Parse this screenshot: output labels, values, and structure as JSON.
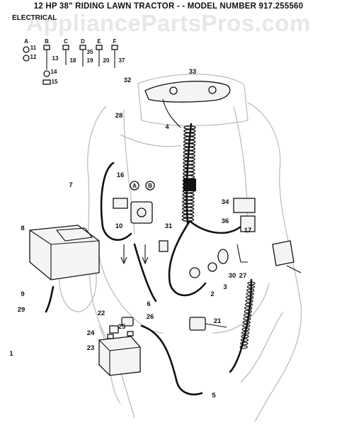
{
  "title": "12 HP 38\" RIDING LAWN TRACTOR - - MODEL NUMBER 917.255560",
  "section": "ELECTRICAL",
  "watermark": "AppliancePartsPros.com",
  "hardware_letters": [
    "A",
    "B",
    "C",
    "D",
    "E",
    "F"
  ],
  "hardware_numbers": [
    "11",
    "12",
    "13",
    "14",
    "15",
    "18",
    "19",
    "20",
    "35",
    "37"
  ],
  "callouts": [
    "1",
    "2",
    "3",
    "4",
    "5",
    "6",
    "7",
    "8",
    "9",
    "10",
    "16",
    "17",
    "21",
    "22",
    "23",
    "24",
    "25",
    "26",
    "27",
    "28",
    "29",
    "30",
    "31",
    "32",
    "33",
    "34",
    "36"
  ],
  "connector_letters": [
    "A",
    "B"
  ]
}
